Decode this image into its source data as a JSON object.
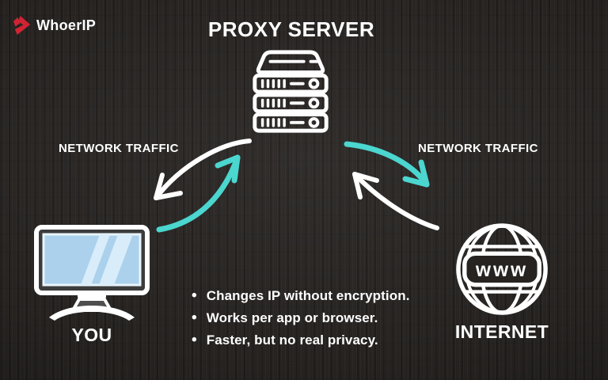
{
  "brand": {
    "name": "WhoerIP",
    "icon": "whoerip-arrow-logo",
    "color": "#d02433"
  },
  "title": "PROXY SERVER",
  "traffic_labels": {
    "left": "NETWORK TRAFFIC",
    "right": "NETWORK TRAFFIC"
  },
  "nodes": {
    "server": {
      "icon": "server-rack-icon"
    },
    "you": {
      "label": "YOU",
      "icon": "desktop-monitor-icon"
    },
    "internet": {
      "label": "INTERNET",
      "icon": "globe-icon",
      "badge": "www"
    }
  },
  "arrows": {
    "left_down": "white-curved-arrow-to-you",
    "left_up": "teal-curved-arrow-to-server",
    "right_down": "teal-curved-arrow-to-internet",
    "right_up": "white-curved-arrow-to-server"
  },
  "bullets": [
    "Changes IP without encryption.",
    "Works per app or browser.",
    "Faster, but no real privacy."
  ],
  "colors": {
    "background": "#262321",
    "teal_accent": "#4bd6cf",
    "white": "#ffffff",
    "brand_red": "#d02433",
    "screen_blue": "#abd1ec",
    "screen_glare": "#d9ecfa"
  }
}
